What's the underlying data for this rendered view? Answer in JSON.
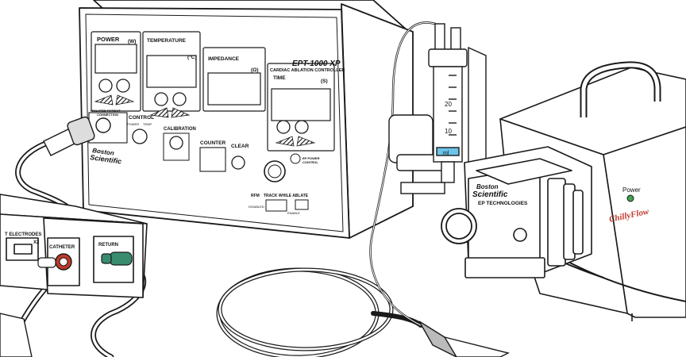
{
  "generator": {
    "brand_line1": "Boston",
    "brand_line2": "Scientific",
    "model": "EPT-1000 XP",
    "subtitle": "CARDIAC ABLATION CONTROLLER",
    "power_label": "POWER",
    "power_unit": "(W)",
    "temperature_label": "TEMPERATURE",
    "temperature_unit": "(°C)",
    "impedance_label": "IMPEDANCE",
    "impedance_unit": "(Ω)",
    "time_label": "TIME",
    "time_unit": "(S)",
    "isolated_label_1": "ISOLATED PATIENT",
    "isolated_label_2": "CONNECTION",
    "control_label": "CONTROL",
    "control_power": "POWER",
    "control_temp": "TEMP",
    "calibration_label": "CALIBRATION",
    "counter_label": "COUNTER",
    "clear_label": "CLEAR",
    "ep_power_1": "EP POWER",
    "ep_power_2": "CONTROL",
    "rfm": "RFM",
    "track": "TRACK WHILE ABLATE",
    "disabled": "DISABLED",
    "enable": "ENABLE"
  },
  "junction_box": {
    "electrodes_label": "T ELECTRODES",
    "x2_label": "X2",
    "catheter_label": "CATHETER",
    "return_label": "RETURN"
  },
  "syringe": {
    "ticks": [
      "20",
      "10"
    ],
    "ml_label": "ml"
  },
  "pump": {
    "brand_line1": "Boston",
    "brand_line2": "Scientific",
    "division": "EP TECHNOLOGIES"
  },
  "cabinet": {
    "power_label": "Power",
    "logo": "ChillyFlow"
  },
  "colors": {
    "line": "#1a1a1a",
    "catheter_red": "#c0392b",
    "return_green": "#3a8c6e",
    "syringe_blue": "#6cc3e8",
    "power_led": "#3fa34d"
  }
}
